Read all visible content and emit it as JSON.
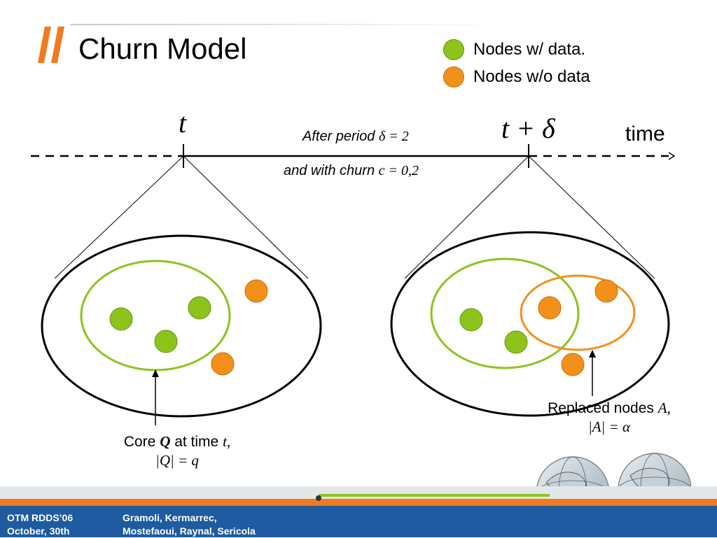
{
  "title": "Churn Model",
  "legend": [
    {
      "label": "Nodes w/ data.",
      "color": "#8dc41c"
    },
    {
      "label": "Nodes w/o data",
      "color": "#f39019"
    }
  ],
  "timeline": {
    "t_label": "t",
    "t_delta_label": "t + δ",
    "axis_label": "time",
    "period_prefix": "After period",
    "period_value": "δ = 2",
    "churn_prefix": "and with churn",
    "churn_value": "c = 0,2"
  },
  "captions": {
    "core_prefix": "Core",
    "core_symbol": "Q",
    "core_middle": "at time",
    "core_time": "t,",
    "core_formula": "|Q| = q",
    "replaced_prefix": "Replaced nodes",
    "replaced_symbol": "A,",
    "replaced_formula": "|A| = α"
  },
  "footer": {
    "left_line1": "OTM RDDS’06",
    "left_line2": "October, 30th",
    "right_line1": "Gramoli, Kermarrec,",
    "right_line2": "Mostefaoui, Raynal, Sericola"
  },
  "colors": {
    "green": "#8dc41c",
    "orange": "#f39019",
    "footer_bg": "#1e5ba0",
    "accent": "#f07a1f"
  }
}
